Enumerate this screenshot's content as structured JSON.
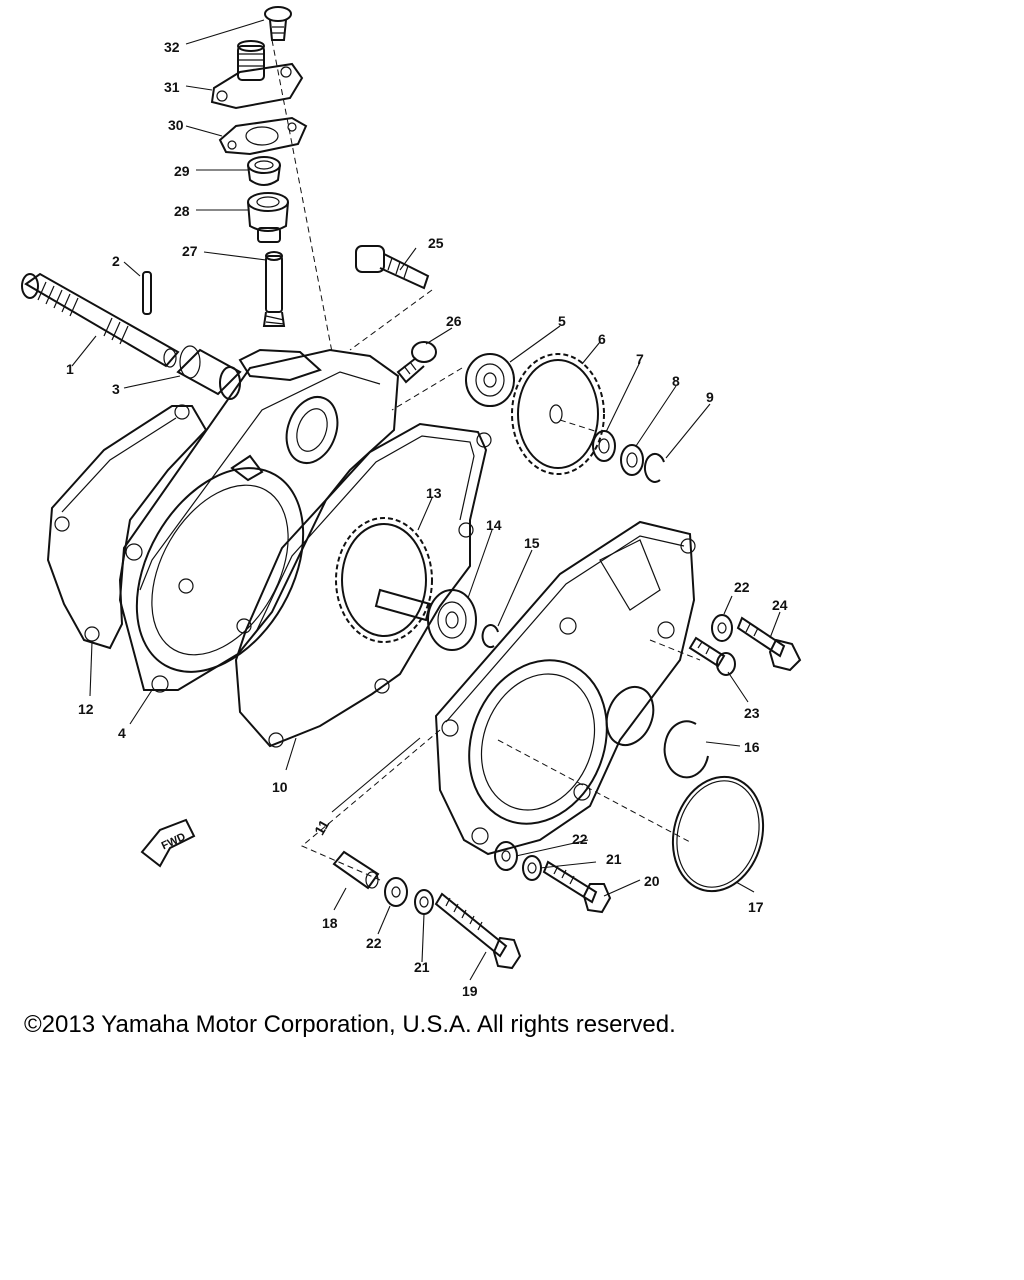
{
  "diagram": {
    "fwd_label": "FWD",
    "callouts": [
      {
        "id": "c1",
        "text": "1"
      },
      {
        "id": "c2",
        "text": "2"
      },
      {
        "id": "c3",
        "text": "3"
      },
      {
        "id": "c4",
        "text": "4"
      },
      {
        "id": "c5",
        "text": "5"
      },
      {
        "id": "c6",
        "text": "6"
      },
      {
        "id": "c7",
        "text": "7"
      },
      {
        "id": "c8",
        "text": "8"
      },
      {
        "id": "c9",
        "text": "9"
      },
      {
        "id": "c10",
        "text": "10"
      },
      {
        "id": "c11",
        "text": "11"
      },
      {
        "id": "c12",
        "text": "12"
      },
      {
        "id": "c13",
        "text": "13"
      },
      {
        "id": "c14",
        "text": "14"
      },
      {
        "id": "c15",
        "text": "15"
      },
      {
        "id": "c16",
        "text": "16"
      },
      {
        "id": "c17",
        "text": "17"
      },
      {
        "id": "c18",
        "text": "18"
      },
      {
        "id": "c19",
        "text": "19"
      },
      {
        "id": "c20",
        "text": "20"
      },
      {
        "id": "c21a",
        "text": "21"
      },
      {
        "id": "c21b",
        "text": "21"
      },
      {
        "id": "c22a",
        "text": "22"
      },
      {
        "id": "c22b",
        "text": "22"
      },
      {
        "id": "c22c",
        "text": "22"
      },
      {
        "id": "c23",
        "text": "23"
      },
      {
        "id": "c24",
        "text": "24"
      },
      {
        "id": "c25",
        "text": "25"
      },
      {
        "id": "c26",
        "text": "26"
      },
      {
        "id": "c27",
        "text": "27"
      },
      {
        "id": "c28",
        "text": "28"
      },
      {
        "id": "c29",
        "text": "29"
      },
      {
        "id": "c30",
        "text": "30"
      },
      {
        "id": "c31",
        "text": "31"
      },
      {
        "id": "c32",
        "text": "32"
      }
    ]
  },
  "footer": {
    "copyright": "©2013 Yamaha Motor Corporation, U.S.A. All rights reserved."
  }
}
